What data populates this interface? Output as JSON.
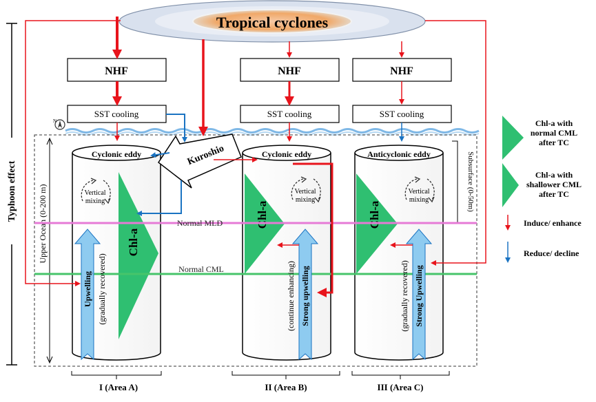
{
  "title": "Tropical cyclones",
  "side_label": "Typhoon effect",
  "nhf_label": "NHF",
  "sst_label": "SST cooling",
  "kuroshio_label": "Kuroshio",
  "compass_label": "N",
  "upper_ocean_label": "Upper Ocean (0-200 m)",
  "subsurface_label": "Subsurface (0-50m)",
  "mld_label": "Normal MLD",
  "cml_label": "Normal CML",
  "columns": [
    {
      "eddy": "Cyclonic eddy",
      "chl": "Chl-a",
      "mixing": "Vertical mixing",
      "mixing_l1": "Vertical",
      "mixing_l2": "mixing",
      "upwelling": "Upwelling",
      "upwelling_note": "(gradually recovered)",
      "area": "I (Area A)"
    },
    {
      "eddy": "Cyclonic eddy",
      "chl": "Chl-a",
      "mixing": "Vertical mixing",
      "mixing_l1": "Vertical",
      "mixing_l2": "mixing",
      "upwelling": "Strong upwelling",
      "upwelling_note": "(continue enhancing)",
      "area": "II (Area B)"
    },
    {
      "eddy": "Anticyclonic eddy",
      "chl": "Chl-a",
      "mixing": "Vertical mixing",
      "mixing_l1": "Vertical",
      "mixing_l2": "mixing",
      "upwelling": "Strong Upwelling",
      "upwelling_note": "(gradually recovered)",
      "area": "III (Area C)"
    }
  ],
  "legend": {
    "normal_l1": "Chl-a with",
    "normal_l2": "normal CML",
    "normal_l3": "after TC",
    "shallow_l1": "Chl-a with",
    "shallow_l2": "shallower CML",
    "shallow_l3": "after TC",
    "induce": "Induce/ enhance",
    "reduce": "Reduce/ decline"
  },
  "colors": {
    "red": "#e8141c",
    "blue": "#1a73c2",
    "green": "#2fbf71",
    "upwelling": "#8ecbf0",
    "mld": "#e67ad6",
    "cml": "#46c46a",
    "cyclone_outer": "#cfd8e8",
    "cyclone_inner": "#f4b183"
  }
}
